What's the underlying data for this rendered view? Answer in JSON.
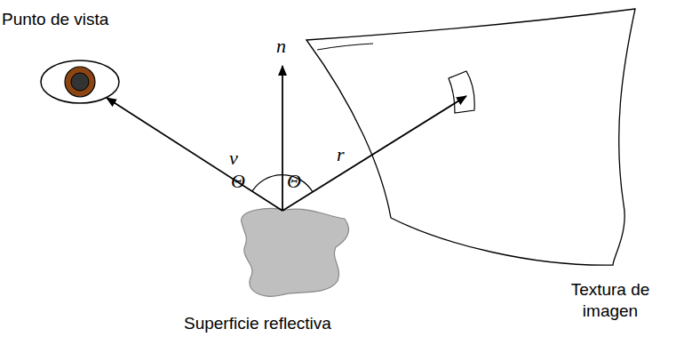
{
  "diagram": {
    "labels": [
      "Punto de vista",
      "n",
      "v",
      "Θ",
      "Θ",
      "r",
      "Textura de imagen",
      "Superficie reflectiva"
    ]
  }
}
